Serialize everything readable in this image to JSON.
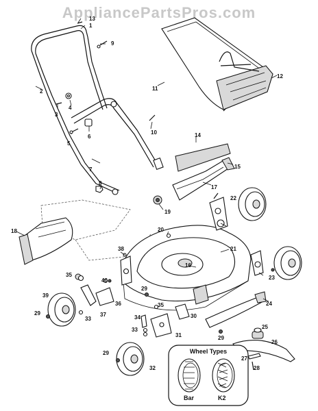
{
  "watermark": "AppliancePartsPros.com",
  "callouts": {
    "c1": "1",
    "c2": "2",
    "c3": "3",
    "c4": "4",
    "c5": "5",
    "c6": "6",
    "c7": "7",
    "c8": "8",
    "c9": "9",
    "c10": "10",
    "c11": "11",
    "c12": "12",
    "c13": "13",
    "c14": "14",
    "c15": "15",
    "c16": "16",
    "c17": "17",
    "c18": "18",
    "c19": "19",
    "c20": "20",
    "c21": "21",
    "c22": "22",
    "c23": "23",
    "c24": "24",
    "c25": "25",
    "c26": "26",
    "c27": "27",
    "c28": "28",
    "c29a": "29",
    "c29b": "29",
    "c29c": "29",
    "c29d": "29",
    "c30": "30",
    "c31": "31",
    "c32": "32",
    "c33a": "33",
    "c33b": "33",
    "c34": "34",
    "c35a": "35",
    "c35b": "35",
    "c36": "36",
    "c37": "37",
    "c38": "38",
    "c39": "39",
    "c40": "40"
  },
  "wheel_types": {
    "title": "Wheel Types",
    "bar_label": "Bar",
    "k2_label": "K2"
  }
}
